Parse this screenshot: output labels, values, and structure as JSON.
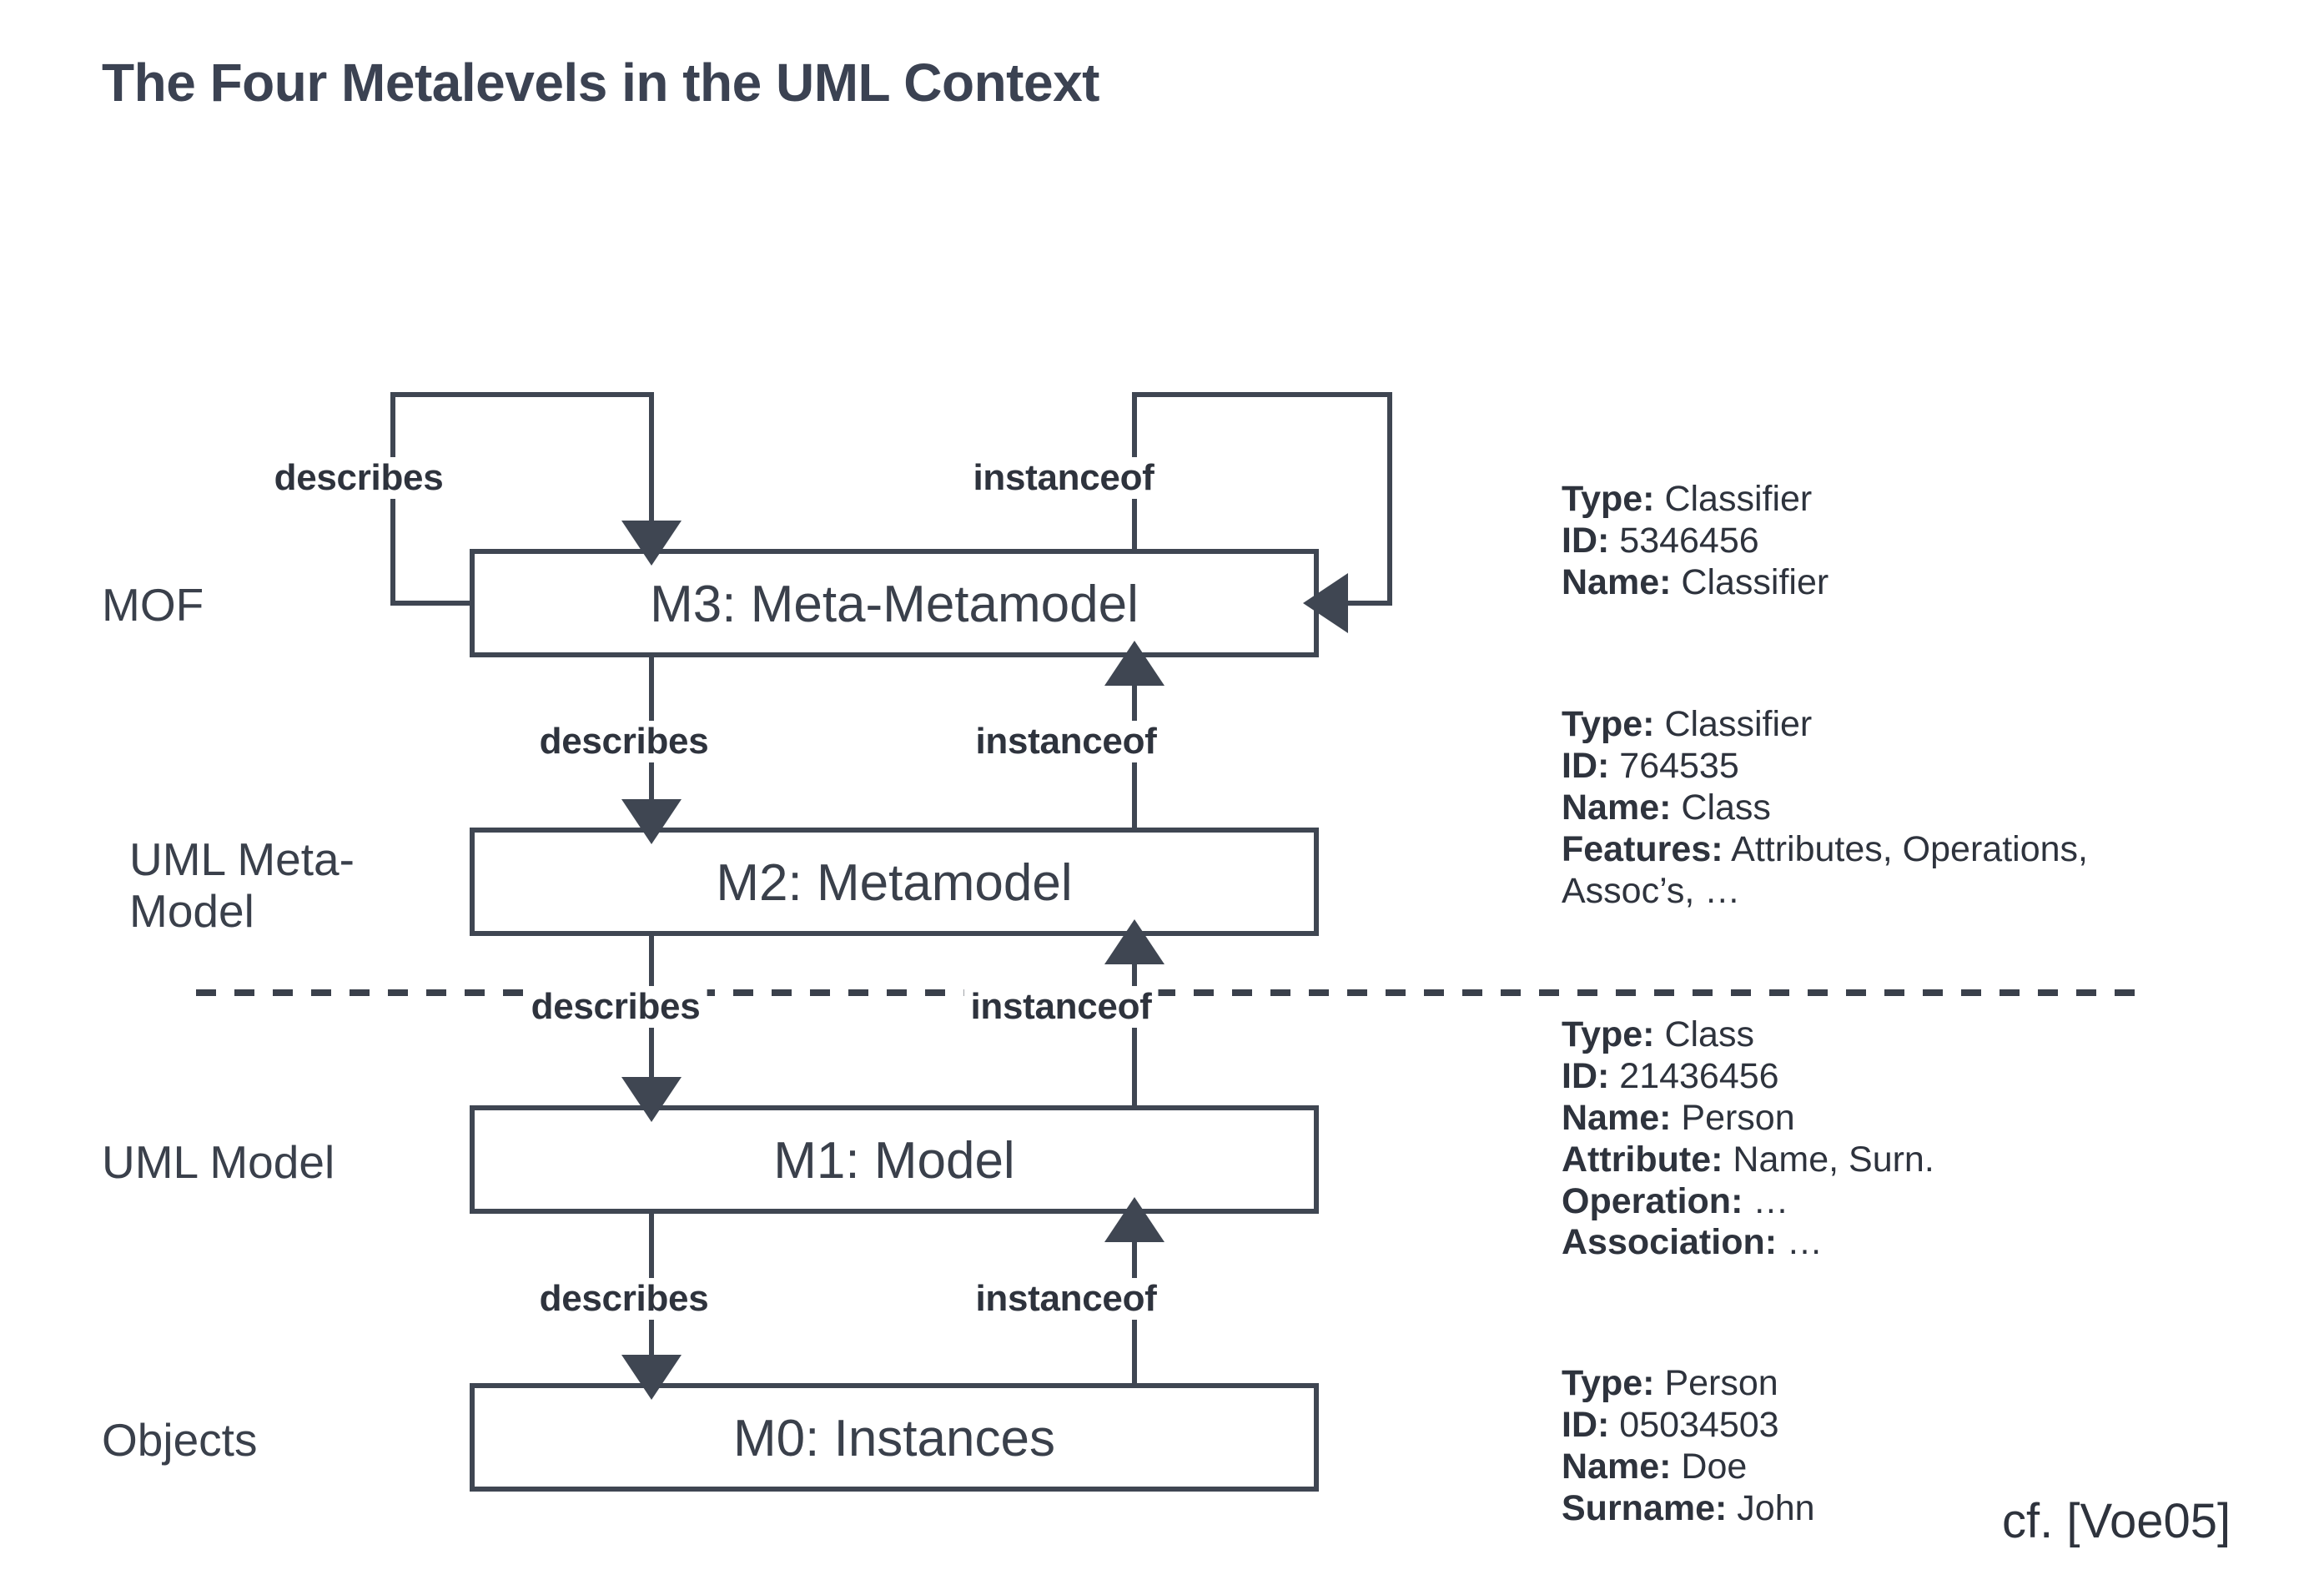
{
  "title": "The Four Metalevels in the UML Context",
  "citation": "cf. [Voe05]",
  "colors": {
    "ink": "#3a404b",
    "stroke": "#3f4652",
    "background": "#ffffff"
  },
  "levels": [
    {
      "id": "m3",
      "side_label": "MOF",
      "box_label": "M3: Meta-Metamodel"
    },
    {
      "id": "m2",
      "side_label": "UML Meta-\nModel",
      "box_label": "M2: Metamodel"
    },
    {
      "id": "m1",
      "side_label": "UML Model",
      "box_label": "M1: Model"
    },
    {
      "id": "m0",
      "side_label": "Objects",
      "box_label": "M0: Instances"
    }
  ],
  "edges": [
    {
      "id": "m3-self-describes",
      "label": "describes",
      "from": "M3",
      "to": "M3"
    },
    {
      "id": "m3-self-instanceof",
      "label": "instanceof",
      "from": "M3",
      "to": "M3"
    },
    {
      "id": "m3-m2-describes",
      "label": "describes",
      "from": "M3",
      "to": "M2"
    },
    {
      "id": "m2-m3-instanceof",
      "label": "instanceof",
      "from": "M2",
      "to": "M3"
    },
    {
      "id": "m2-m1-describes",
      "label": "describes",
      "from": "M2",
      "to": "M1"
    },
    {
      "id": "m1-m2-instanceof",
      "label": "instanceof",
      "from": "M1",
      "to": "M2"
    },
    {
      "id": "m1-m0-describes",
      "label": "describes",
      "from": "M1",
      "to": "M0"
    },
    {
      "id": "m0-m1-instanceof",
      "label": "instanceof",
      "from": "M0",
      "to": "M1"
    }
  ],
  "annotations": [
    {
      "id": "anno-m3",
      "lines": [
        {
          "key": "Type:",
          "value": "Classifier"
        },
        {
          "key": "ID:",
          "value": "5346456"
        },
        {
          "key": "Name:",
          "value": "Classifier"
        }
      ]
    },
    {
      "id": "anno-m2",
      "lines": [
        {
          "key": "Type:",
          "value": "Classifier"
        },
        {
          "key": "ID:",
          "value": "764535"
        },
        {
          "key": "Name:",
          "value": "Class"
        },
        {
          "key": "Features:",
          "value": "Attributes, Operations, Assoc’s, …"
        }
      ]
    },
    {
      "id": "anno-m1",
      "lines": [
        {
          "key": "Type:",
          "value": "Class"
        },
        {
          "key": "ID:",
          "value": "21436456"
        },
        {
          "key": "Name:",
          "value": "Person"
        },
        {
          "key": "Attribute:",
          "value": "Name, Surn."
        },
        {
          "key": "Operation:",
          "value": "…"
        },
        {
          "key": "Association:",
          "value": "…"
        }
      ]
    },
    {
      "id": "anno-m0",
      "lines": [
        {
          "key": "Type:",
          "value": "Person"
        },
        {
          "key": "ID:",
          "value": "05034503"
        },
        {
          "key": "Name:",
          "value": "Doe"
        },
        {
          "key": "Surname:",
          "value": "John"
        }
      ]
    }
  ],
  "separator": {
    "style": "dashed",
    "orientation": "horizontal"
  }
}
